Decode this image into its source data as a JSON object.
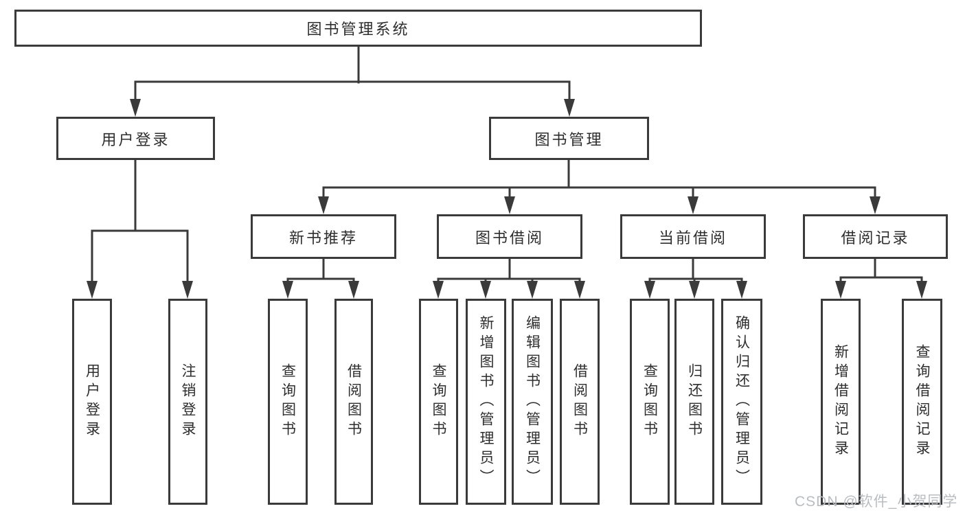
{
  "diagram": {
    "title": "图书管理系统",
    "root": {
      "label": "图书管理系统"
    },
    "branches": [
      {
        "label": "用户登录",
        "children": [
          {
            "label": "用户登录"
          },
          {
            "label": "注销登录"
          }
        ]
      },
      {
        "label": "图书管理",
        "children": [
          {
            "label": "新书推荐",
            "children": [
              {
                "label": "查询图书"
              },
              {
                "label": "借阅图书"
              }
            ]
          },
          {
            "label": "图书借阅",
            "children": [
              {
                "label": "查询图书"
              },
              {
                "label": "新增图书（管理员）"
              },
              {
                "label": "编辑图书（管理员）"
              },
              {
                "label": "借阅图书"
              }
            ]
          },
          {
            "label": "当前借阅",
            "children": [
              {
                "label": "查询图书"
              },
              {
                "label": "归还图书"
              },
              {
                "label": "确认归还（管理员）"
              }
            ]
          },
          {
            "label": "借阅记录",
            "children": [
              {
                "label": "新增借阅记录"
              },
              {
                "label": "查询借阅记录"
              }
            ]
          }
        ]
      }
    ]
  },
  "watermark": {
    "text": "CSDN @软件_小贺同学"
  },
  "colors": {
    "line": "#3a3a3a",
    "box_border": "#3a3a3a",
    "box_fill": "#ffffff",
    "text": "#2e2e2e",
    "watermark": "#b9bdc1",
    "background": "#ffffff"
  }
}
